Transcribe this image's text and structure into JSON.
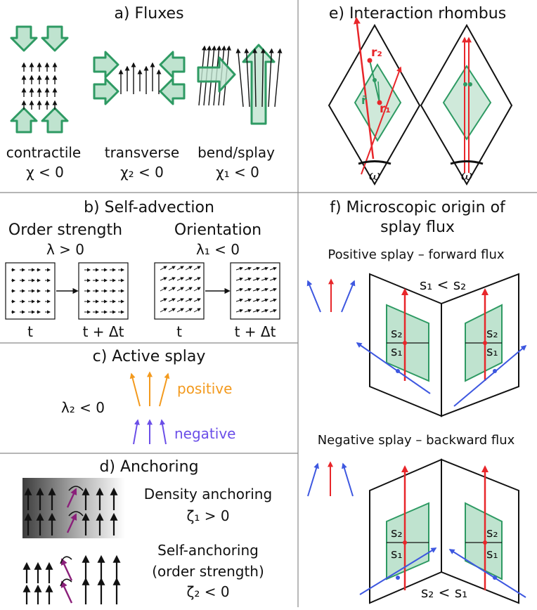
{
  "panels": {
    "a": {
      "title": "a) Fluxes",
      "labels": [
        "contractile",
        "transverse",
        "bend/splay"
      ],
      "symbols": [
        "χ < 0",
        "χ₂ < 0",
        "χ₁ < 0"
      ]
    },
    "b": {
      "title": "b) Self-advection",
      "left_heading": "Order strength",
      "left_condition": "λ > 0",
      "right_heading": "Orientation",
      "right_condition": "λ₁ < 0",
      "time_start": "t",
      "time_end": "t + Δt"
    },
    "c": {
      "title": "c) Active splay",
      "condition": "λ₂ < 0",
      "positive_label": "positive",
      "negative_label": "negative"
    },
    "d": {
      "title": "d) Anchoring",
      "density_label": "Density anchoring",
      "density_condition": "ζ₁ > 0",
      "self_label_line1": "Self-anchoring",
      "self_label_line2": "(order strength)",
      "self_condition": "ζ₂ < 0"
    },
    "e": {
      "title": "e) Interaction rhombus",
      "r2": "r₂",
      "r1": "r₁",
      "rbar": "r̄",
      "omega": "ω"
    },
    "f": {
      "title_line1": "f) Microscopic origin of",
      "title_line2": "splay flux",
      "positive_heading": "Positive splay – forward flux",
      "positive_relation": "s₁ < s₂",
      "negative_heading": "Negative splay – backward flux",
      "negative_relation": "s₂ < s₁",
      "s1": "s₁",
      "s2": "s₂"
    }
  },
  "colors": {
    "green_fill": "#bfe3cf",
    "green_stroke": "#2e9a63",
    "rhombus_fill": "#cfe9da",
    "red": "#e8262a",
    "blue": "#3d57e0",
    "orange": "#f39a1e",
    "purple": "#6b4fe8",
    "magenta": "#8a1f7a",
    "divider": "#8a8a8a"
  }
}
